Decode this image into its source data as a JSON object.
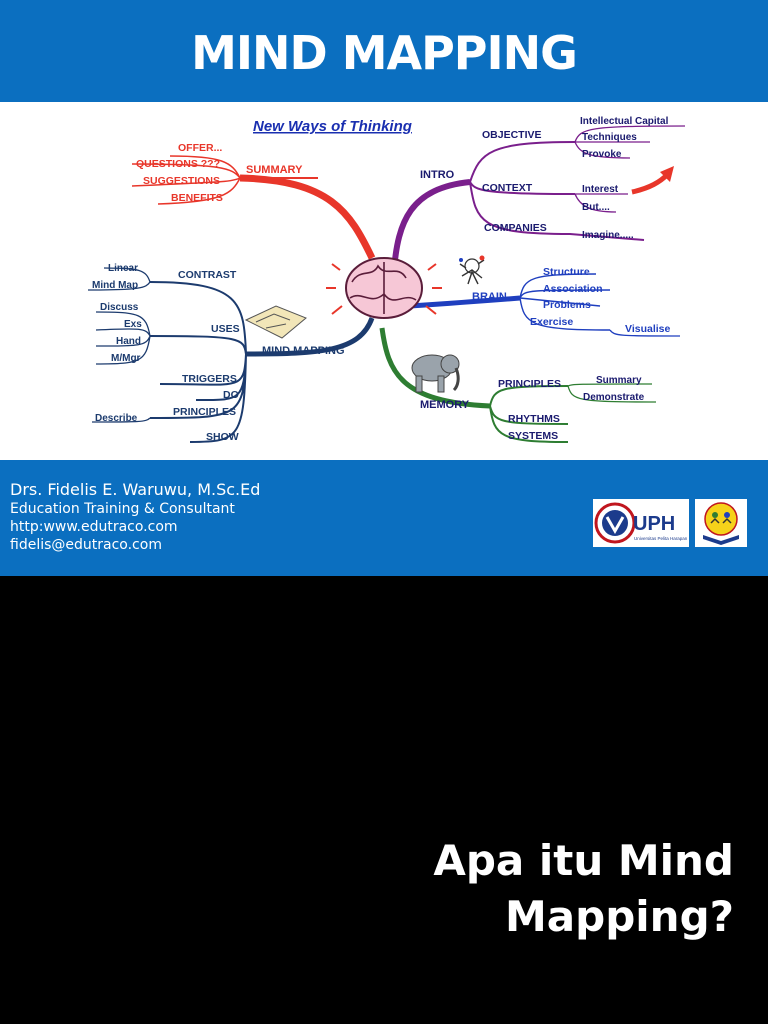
{
  "slide": {
    "title": "MIND MAPPING",
    "question": "Apa itu Mind Mapping?"
  },
  "author": {
    "name": "Drs. Fidelis E. Waruwu, M.Sc.Ed",
    "role": "Education Training & Consultant",
    "website": "http:www.edutraco.com",
    "email": "fidelis@edutraco.com"
  },
  "logos": {
    "uph_text": "UPH",
    "uph_subtitle": "Universitas Pelita Harapan"
  },
  "mindmap": {
    "heading": "New Ways of Thinking",
    "center": "MIND MAPPING",
    "summary": {
      "label": "SUMMARY",
      "items": [
        "OFFER...",
        "QUESTIONS ???",
        "SUGGESTIONS",
        "BENEFITS"
      ]
    },
    "intro": {
      "label": "INTRO",
      "objective": {
        "label": "OBJECTIVE",
        "items": [
          "Intellectual Capital",
          "Techniques",
          "Provoke"
        ]
      },
      "context": {
        "label": "CONTEXT",
        "items": [
          "Interest",
          "But...."
        ]
      },
      "companies": {
        "label": "COMPANIES",
        "items": [
          "Imagine....."
        ]
      }
    },
    "brain": {
      "label": "BRAIN",
      "items": [
        "Structure",
        "Association",
        "Problems",
        "Exercise"
      ],
      "exercise_sub": "Visualise"
    },
    "memory": {
      "label": "MEMORY",
      "principles": {
        "label": "PRINCIPLES",
        "items": [
          "Summary",
          "Demonstrate"
        ]
      },
      "items": [
        "RHYTHMS",
        "SYSTEMS"
      ]
    },
    "contrast": {
      "label": "CONTRAST",
      "items": [
        "Linear",
        "Mind Map"
      ]
    },
    "uses": {
      "label": "USES",
      "items": [
        "Discuss",
        "Exs",
        "Hand",
        "M/Mgr"
      ]
    },
    "left_low": {
      "items": [
        "TRIGGERS",
        "DO",
        "PRINCIPLES",
        "SHOW"
      ],
      "describe": "Describe"
    }
  },
  "colors": {
    "blue_bar": "#0b6fc0",
    "summary_red": "#e8362a",
    "intro_purple": "#7a1f8c",
    "brain_blue": "#1f3fbf",
    "memory_green": "#2e7d32",
    "left_navy": "#1c3b6e"
  }
}
